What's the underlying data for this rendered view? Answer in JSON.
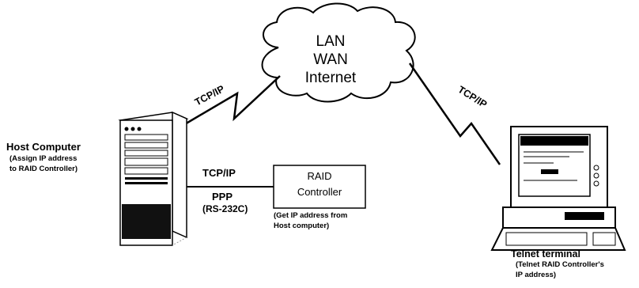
{
  "cloud": {
    "line1": "LAN",
    "line2": "WAN",
    "line3": "Internet"
  },
  "links": {
    "host_cloud_label": "TCP/IP",
    "cloud_terminal_label": "TCP/IP",
    "host_raid_label_top": "TCP/IP",
    "host_raid_label_bottom1": "PPP",
    "host_raid_label_bottom2": "(RS-232C)"
  },
  "host": {
    "title": "Host Computer",
    "note_line1": "(Assign IP address",
    "note_line2": "to RAID Controller)"
  },
  "raid": {
    "line1": "RAID",
    "line2": "Controller",
    "note_line1": "(Get IP address from",
    "note_line2": "Host computer)"
  },
  "terminal": {
    "title": "Telnet terminal",
    "note_line1": "(Telnet RAID Controller's",
    "note_line2": "IP address)"
  }
}
